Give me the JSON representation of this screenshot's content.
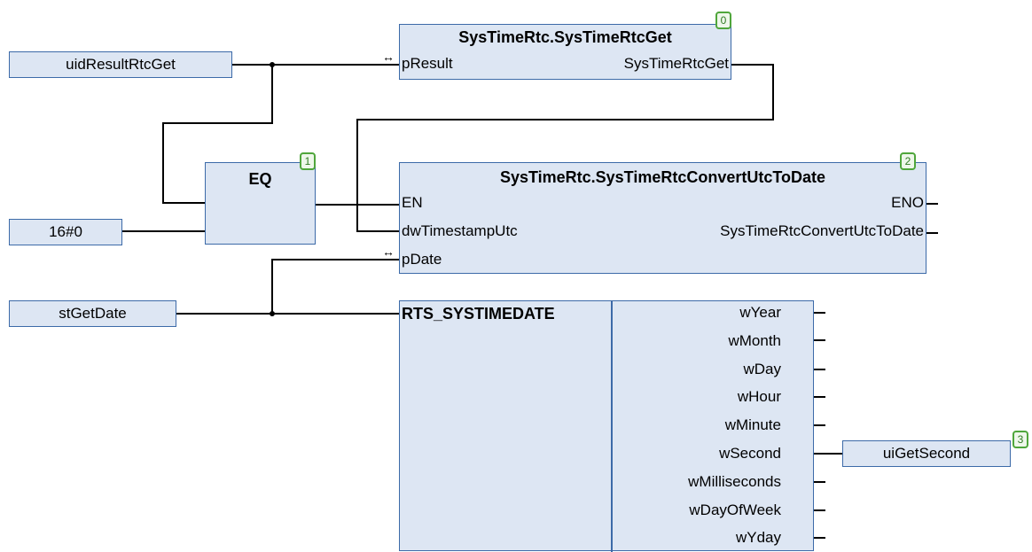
{
  "variables": {
    "uid_result": "uidResultRtcGet",
    "hex_zero": "16#0",
    "st_get_date": "stGetDate",
    "ui_get_second": "uiGetSecond"
  },
  "block_rtc_get": {
    "title": "SysTimeRtc.SysTimeRtcGet",
    "badge": "0",
    "in_pResult": "pResult",
    "out_result": "SysTimeRtcGet"
  },
  "block_eq": {
    "title": "EQ",
    "badge": "1"
  },
  "block_convert": {
    "title": "SysTimeRtc.SysTimeRtcConvertUtcToDate",
    "badge": "2",
    "in_en": "EN",
    "in_timestamp": "dwTimestampUtc",
    "in_pdate": "pDate",
    "out_eno": "ENO",
    "out_result": "SysTimeRtcConvertUtcToDate"
  },
  "struct_block": {
    "title": "RTS_SYSTIMEDATE",
    "fields": [
      "wYear",
      "wMonth",
      "wDay",
      "wHour",
      "wMinute",
      "wSecond",
      "wMilliseconds",
      "wDayOfWeek",
      "wYday"
    ]
  },
  "output_badge": "3",
  "ref_arrow": "↔"
}
